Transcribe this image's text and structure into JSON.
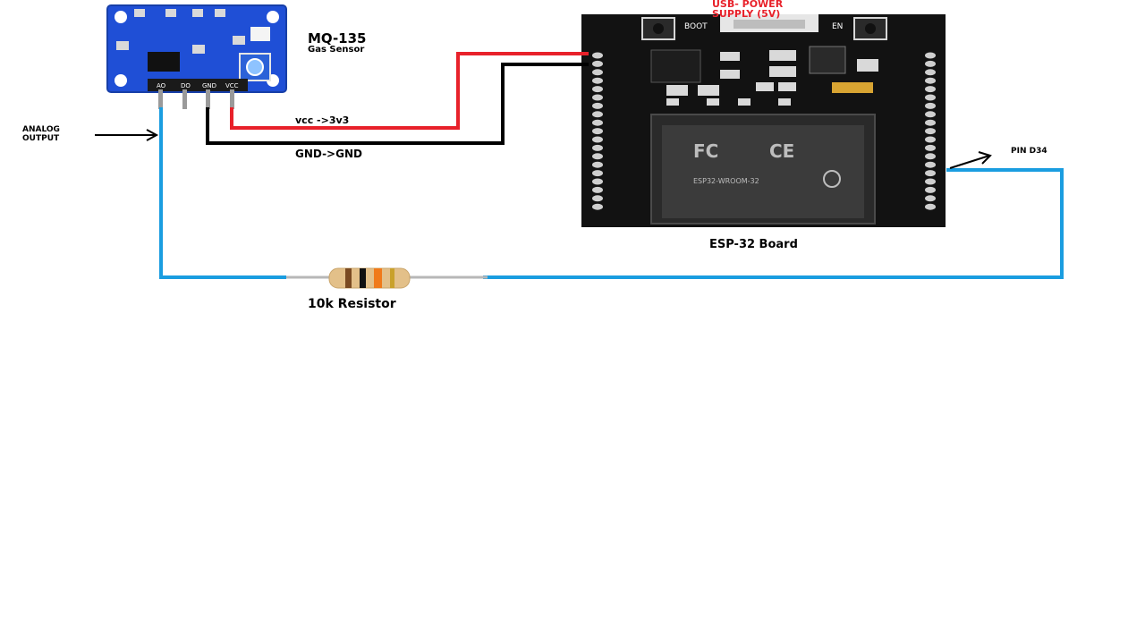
{
  "sensor": {
    "title": "MQ-135",
    "subtitle": "Gas Sensor",
    "pins": [
      "AO",
      "DO",
      "GND",
      "VCC"
    ]
  },
  "board": {
    "label": "ESP-32 Board",
    "power_label_line1": "USB- POWER",
    "power_label_line2": "SUPPLY (5V)",
    "button_left": "BOOT",
    "button_right": "EN",
    "module_text": "ESP32-WROOM-32"
  },
  "wires": {
    "vcc_label": "vcc ->3v3",
    "gnd_label": "GND->GND",
    "analog_label_line1": "ANALOG",
    "analog_label_line2": "OUTPUT",
    "pin_label": "PIN D34"
  },
  "resistor": {
    "label": "10k Resistor"
  },
  "colors": {
    "vcc_wire": "#e8212a",
    "gnd_wire": "#000000",
    "signal_wire": "#1a9de0",
    "sensor_pcb": "#1f4fd6",
    "board_pcb": "#121212",
    "power_text": "#e8212a"
  }
}
